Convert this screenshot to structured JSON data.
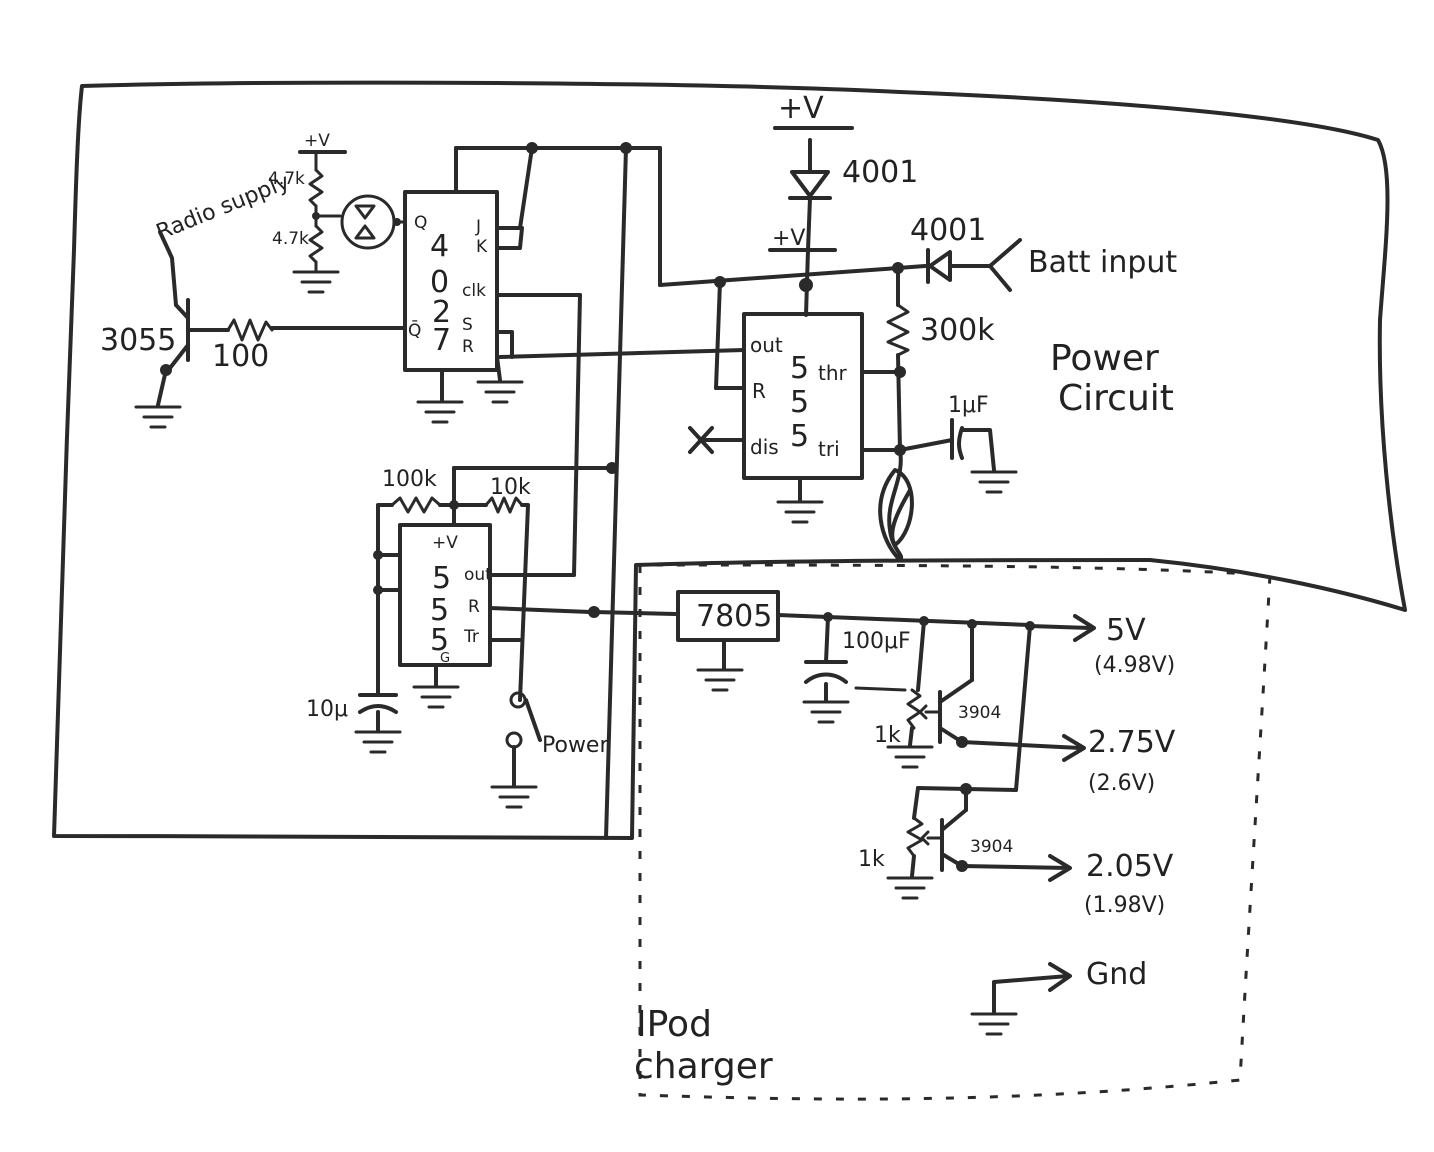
{
  "power_circuit": {
    "title_line1": "Power",
    "title_line2": "Circuit",
    "supply_plus_v": "+V",
    "diode_top": "4001",
    "diode_batt": "4001",
    "batt_input": "Batt input",
    "vplus_mid": "+V",
    "pullup_plus_v": "+V",
    "radio_supply": "Radio supply",
    "transistor": "3055",
    "base_resistor": "100",
    "pullup_r1": "4.7k",
    "pullup_r2": "4.7k",
    "timer_555": {
      "digits": [
        "5",
        "5",
        "5"
      ],
      "pins": {
        "out": "out",
        "r": "R",
        "dis": "dis",
        "thr": "thr",
        "tri": "tri"
      }
    },
    "r_300k": "300k",
    "cap_1uF": "1μF",
    "flipflop_4027": {
      "digits": [
        "4",
        "0",
        "2",
        "7"
      ],
      "pins": {
        "q": "Q",
        "qbar": "Q̄",
        "j": "J",
        "k": "K",
        "clk": "clk",
        "s": "S",
        "r": "R"
      }
    },
    "timer_555_lower": {
      "digits": [
        "5",
        "5",
        "5"
      ],
      "pins": {
        "vplus": "+V",
        "out": "out",
        "r": "R",
        "tr": "Tr",
        "g": "G"
      }
    },
    "r_100k": "100k",
    "r_10k": "10k",
    "cap_10u": "10μ",
    "power_switch": "Power"
  },
  "ipod_charger": {
    "title_line1": "IPod",
    "title_line2": "charger",
    "regulator": "7805",
    "cap_100uF": "100μF",
    "pot1": "1k",
    "pot2": "1k",
    "q1": "3904",
    "q2": "3904",
    "out_5v": "5V",
    "out_5v_meas": "(4.98V)",
    "out_275v": "2.75V",
    "out_275v_meas": "(2.6V)",
    "out_205v": "2.05V",
    "out_205v_meas": "(1.98V)",
    "out_gnd": "Gnd"
  }
}
